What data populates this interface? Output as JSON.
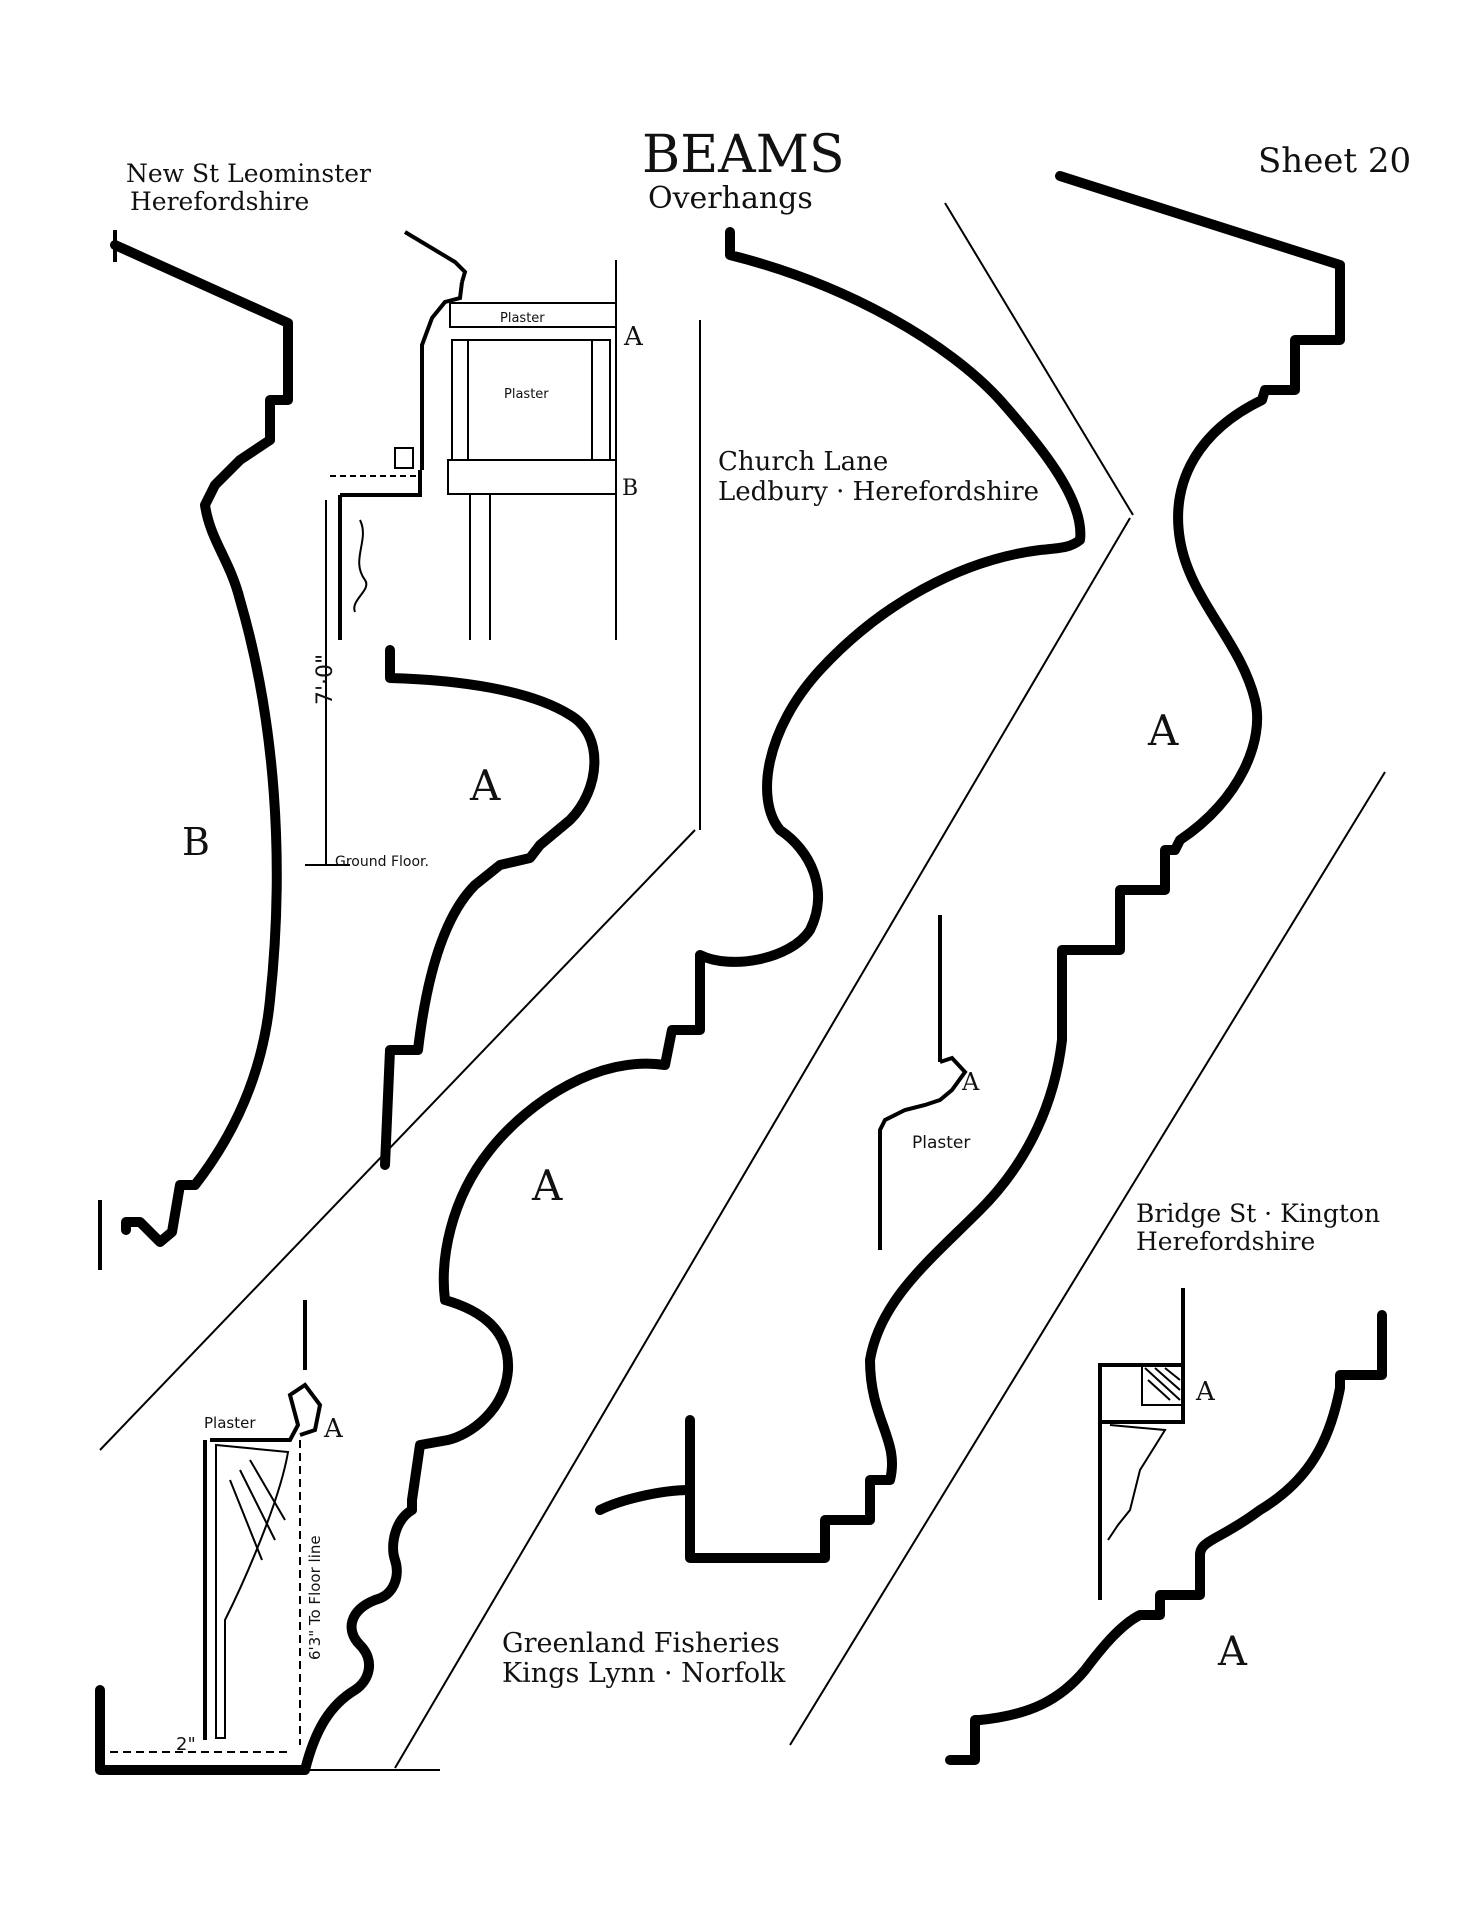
{
  "sheet": {
    "title": "BEAMS",
    "subtitle": "Overhangs",
    "sheet_no": "Sheet 20"
  },
  "locations": {
    "leominster_line1": "New St Leominster",
    "leominster_line2": "Herefordshire",
    "ledbury_line1": "Church Lane",
    "ledbury_line2": "Ledbury · Herefordshire",
    "kington_line1": "Bridge St · Kington",
    "kington_line2": "Herefordshire",
    "kingslynn_line1": "Greenland Fisheries",
    "kingslynn_line2": "Kings Lynn · Norfolk"
  },
  "annotations": {
    "plaster": "Plaster",
    "label_a": "A",
    "label_b": "B",
    "height_7ft": "7'·0\"",
    "ground_floor": "Ground Floor.",
    "to_floor_line": "6'3\" To Floor line",
    "width_2in": "2\""
  }
}
